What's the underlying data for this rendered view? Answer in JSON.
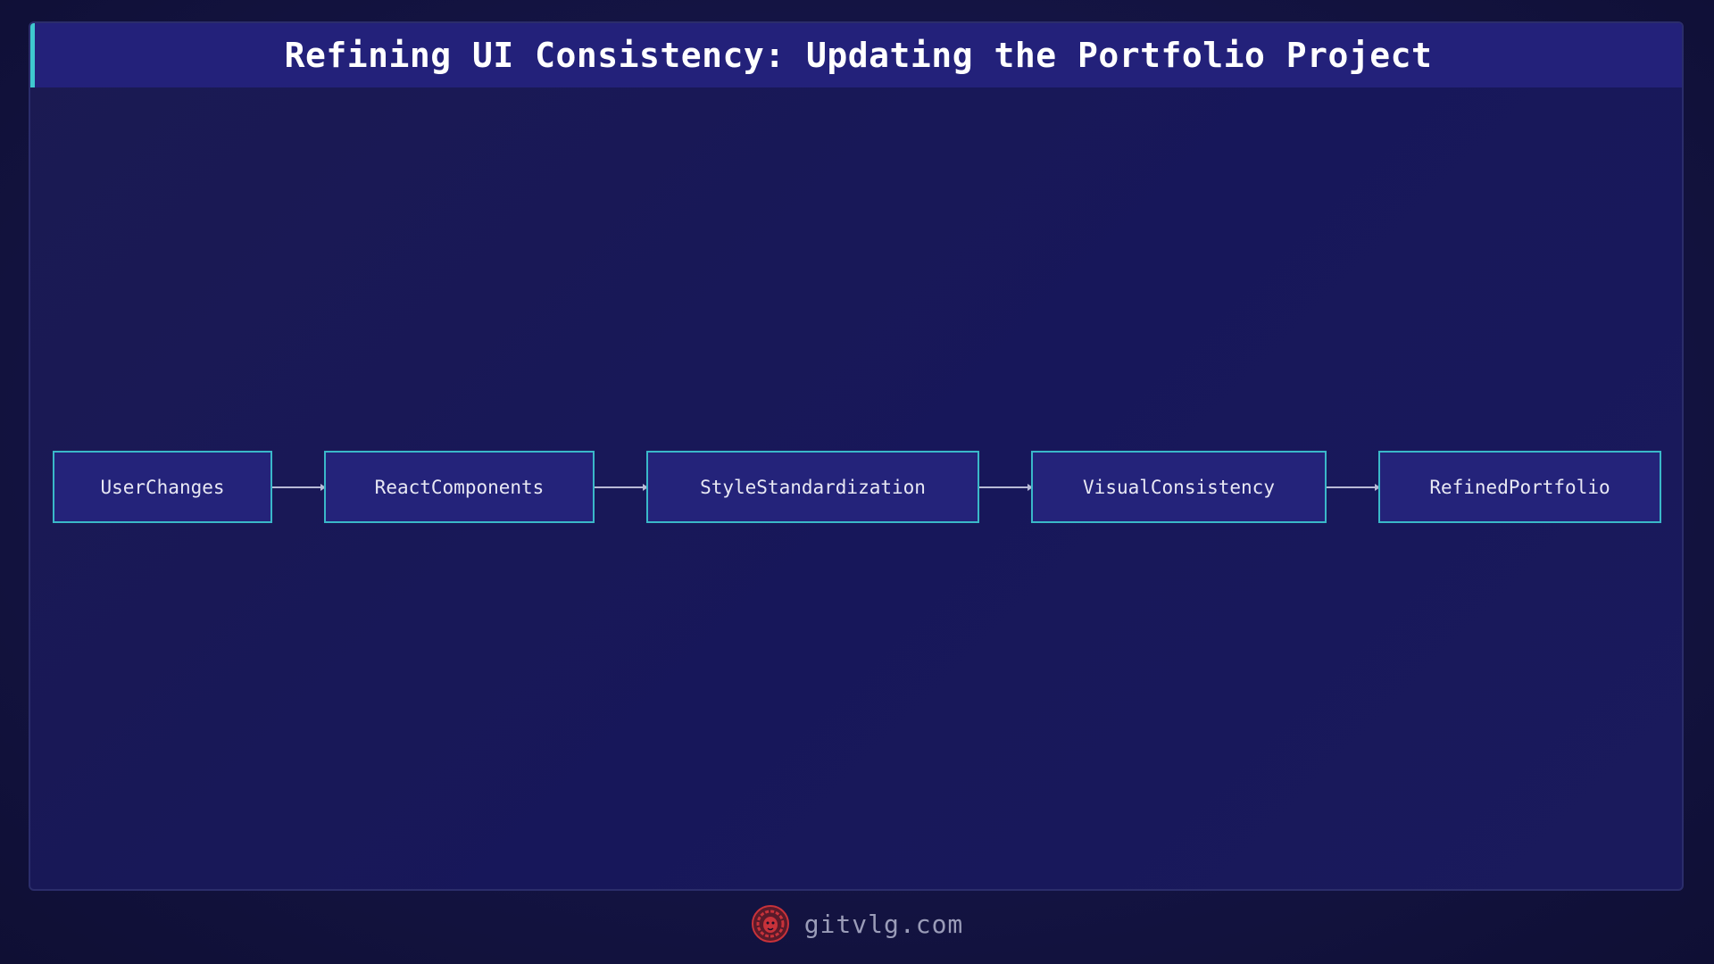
{
  "title": "Refining UI Consistency: Updating the Portfolio Project",
  "diagram": {
    "nodes": [
      {
        "id": "user-changes",
        "label": "UserChanges"
      },
      {
        "id": "react-components",
        "label": "ReactComponents"
      },
      {
        "id": "style-standardization",
        "label": "StyleStandardization"
      },
      {
        "id": "visual-consistency",
        "label": "VisualConsistency"
      },
      {
        "id": "refined-portfolio",
        "label": "RefinedPortfolio"
      }
    ],
    "edges": [
      {
        "from": "user-changes",
        "to": "react-components"
      },
      {
        "from": "react-components",
        "to": "style-standardization"
      },
      {
        "from": "style-standardization",
        "to": "visual-consistency"
      },
      {
        "from": "visual-consistency",
        "to": "refined-portfolio"
      }
    ]
  },
  "footer": {
    "brand": "gitvlg.com",
    "logo_icon": "lion-logo-icon"
  },
  "colors": {
    "background": "#141444",
    "title_bar": "#23217a",
    "accent": "#3fc8cf",
    "node_fill": "#24237a",
    "node_border": "#3ab8c9",
    "node_text": "#e8e8f4",
    "connector": "#b8bad6",
    "footer_text": "#9a9cb8",
    "logo": "#c8323a"
  }
}
